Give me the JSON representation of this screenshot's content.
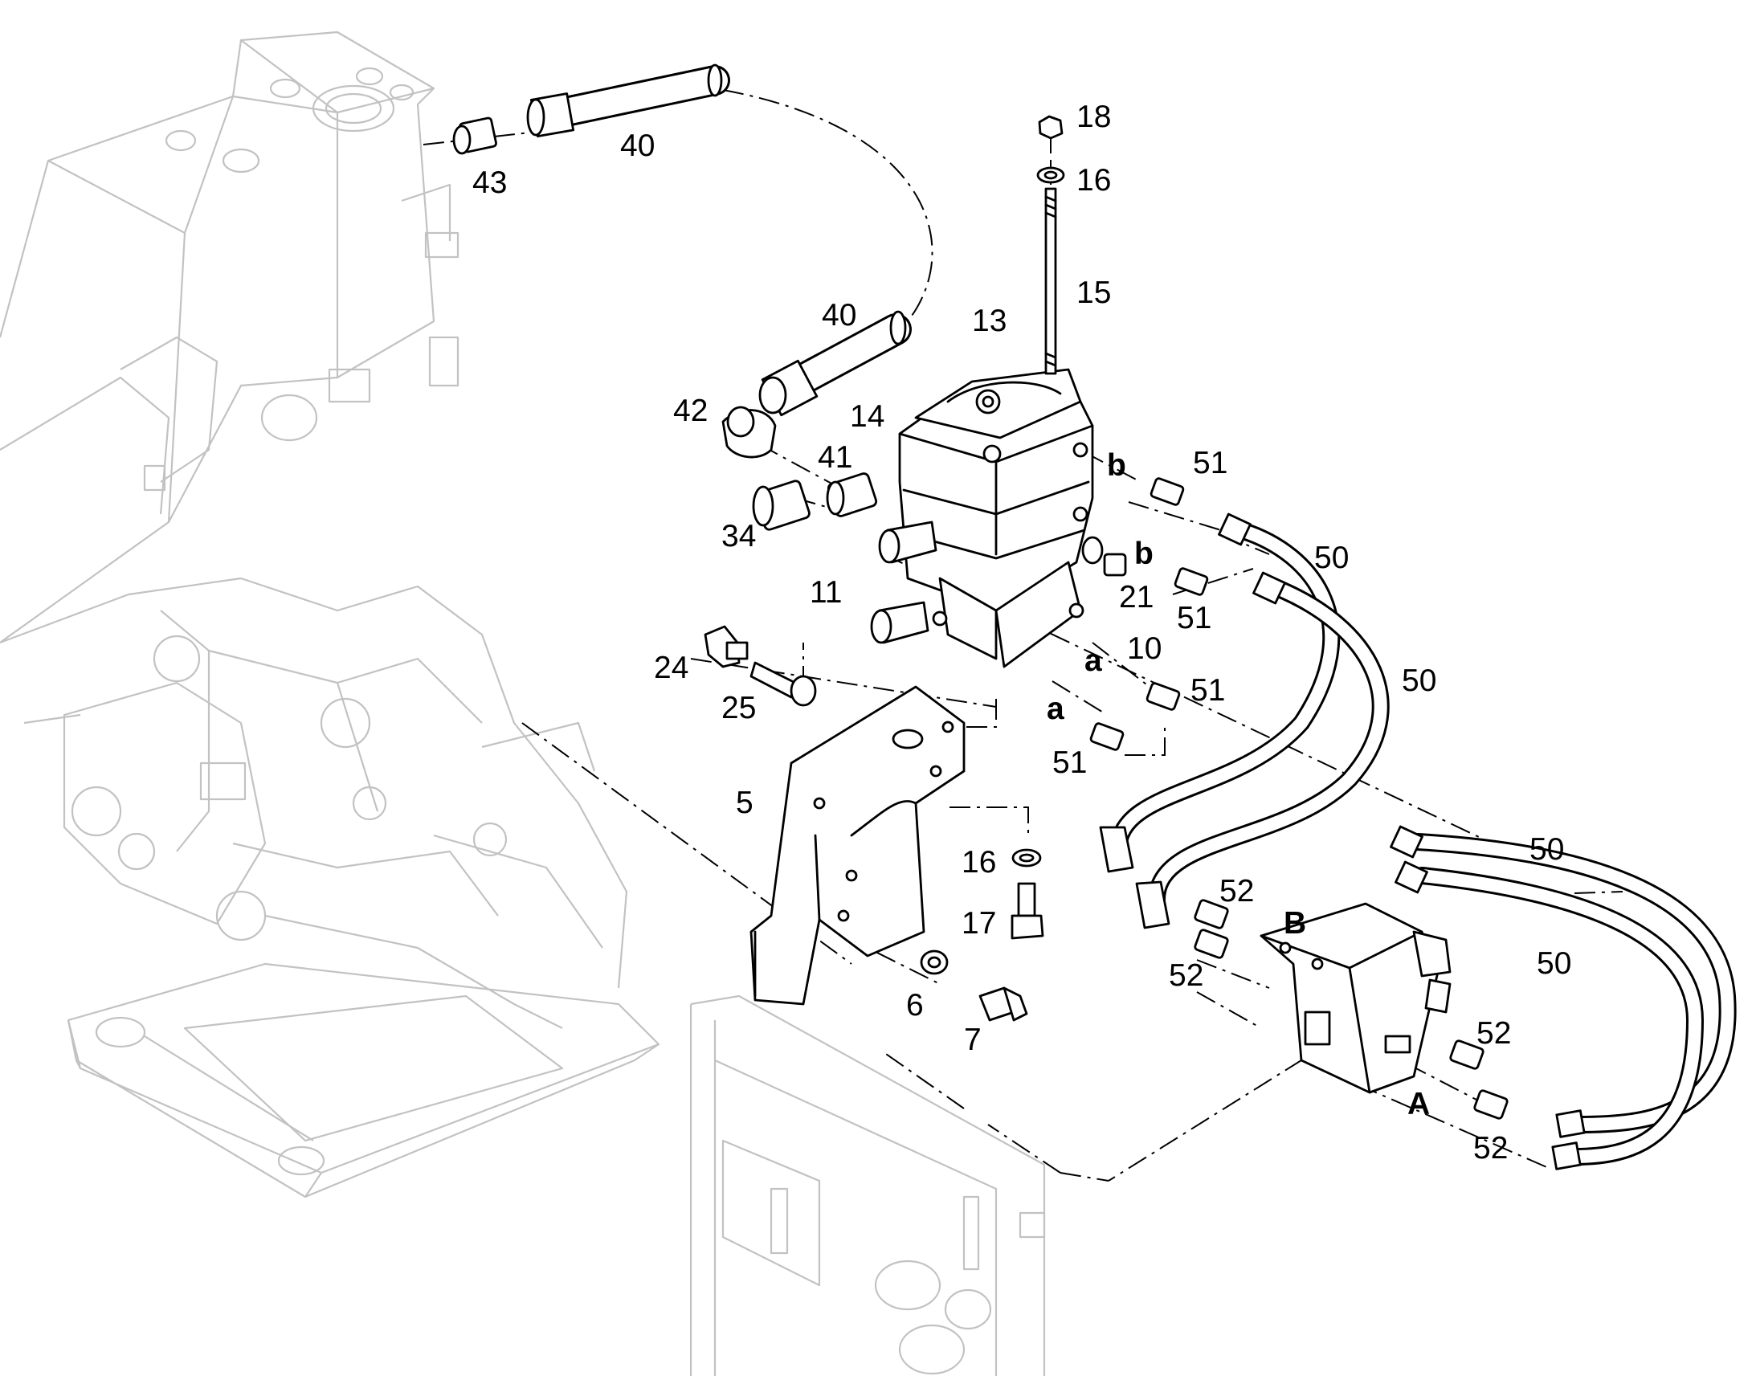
{
  "diagram": {
    "callouts": {
      "c18": "18",
      "c16_top": "16",
      "c15": "15",
      "c43": "43",
      "c40_top": "40",
      "c40_mid": "40",
      "c13": "13",
      "c42": "42",
      "c14": "14",
      "c41": "41",
      "c34": "34",
      "c11": "11",
      "c21": "21",
      "c10": "10",
      "c24": "24",
      "c25": "25",
      "c5": "5",
      "c16_low": "16",
      "c17": "17",
      "c6": "6",
      "c7": "7",
      "c51_1": "51",
      "c51_2": "51",
      "c51_3": "51",
      "c51_4": "51",
      "c50_1": "50",
      "c50_2": "50",
      "c50_3": "50",
      "c50_4": "50",
      "c52_1": "52",
      "c52_2": "52",
      "c52_3": "52",
      "c52_4": "52"
    },
    "port_labels": {
      "b1": "b",
      "b2": "b",
      "a1": "a",
      "a2": "a",
      "B": "B",
      "A": "A"
    }
  }
}
